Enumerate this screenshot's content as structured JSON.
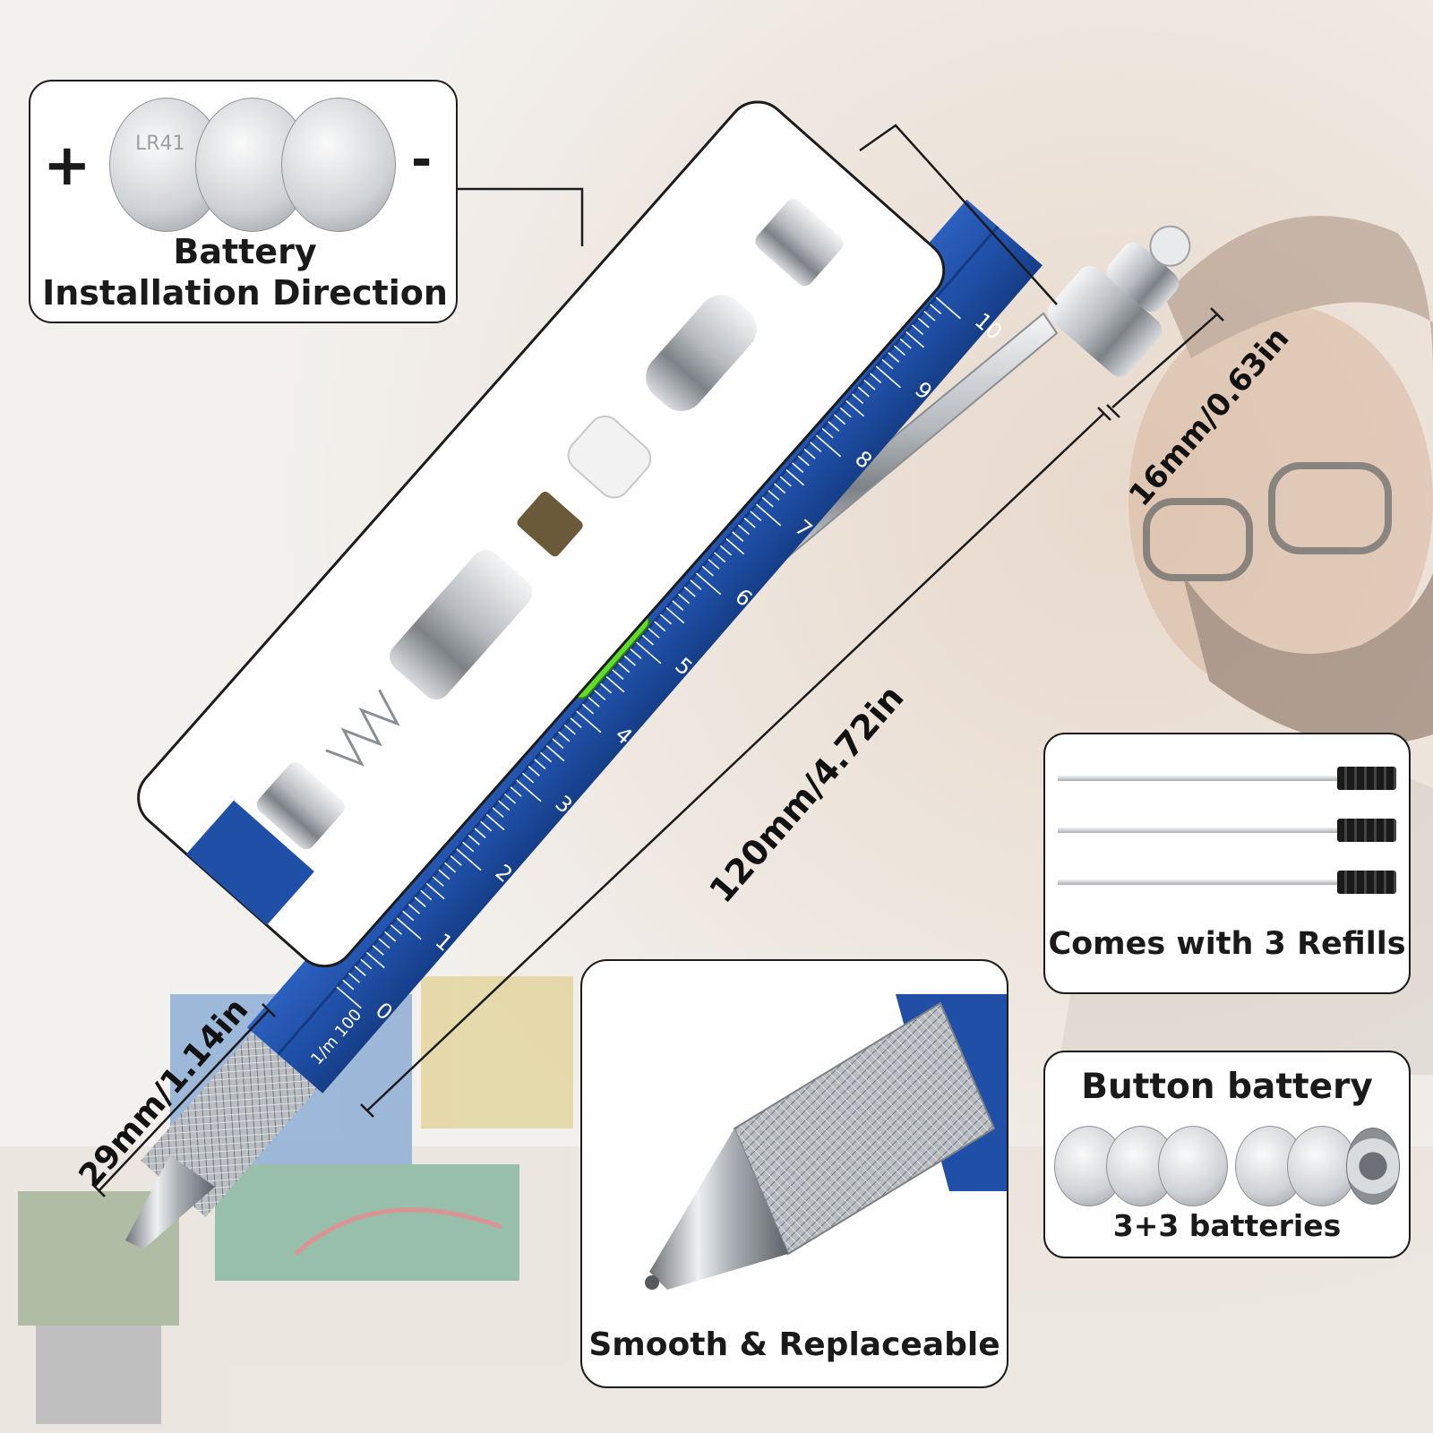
{
  "colors": {
    "pen_blue": "#1f4fa6",
    "pen_blue_dark": "#153a82",
    "level_green": "#5fdd2a",
    "silver": "#c9ccd0",
    "panel_border": "#1c1c1c"
  },
  "battery_panel": {
    "plus": "+",
    "minus": "-",
    "cell_text": "LR41",
    "title_line1": "Battery",
    "title_line2": "Installation Direction"
  },
  "refills_panel": {
    "caption": "Comes with 3 Refills"
  },
  "tip_panel": {
    "caption": "Smooth & Replaceable"
  },
  "battery_box": {
    "title": "Button battery",
    "caption": "3+3 batteries"
  },
  "dimensions": {
    "diameter": "16mm/0.63in",
    "length": "120mm/4.72in",
    "grip": "29mm/1.14in"
  },
  "ruler": {
    "start_label": "0",
    "unit_label": "1/m 100",
    "marks": [
      "1",
      "2",
      "3",
      "4",
      "5",
      "6",
      "7",
      "8",
      "9",
      "10"
    ]
  }
}
